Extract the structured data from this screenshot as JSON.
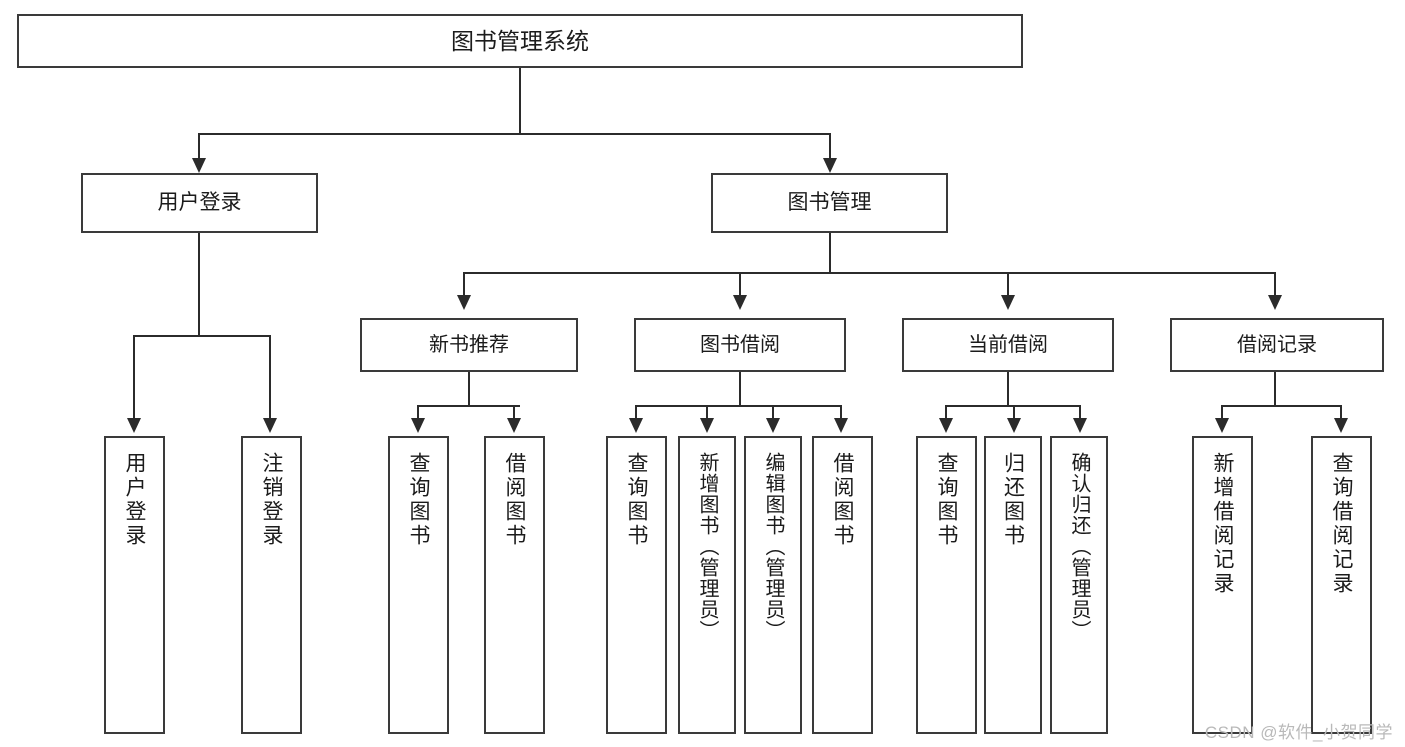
{
  "diagram": {
    "title": "图书管理系统",
    "type": "tree",
    "root": {
      "label": "图书管理系统"
    },
    "level2": [
      {
        "label": "用户登录"
      },
      {
        "label": "图书管理"
      }
    ],
    "level3": [
      {
        "label": "新书推荐"
      },
      {
        "label": "图书借阅"
      },
      {
        "label": "当前借阅"
      },
      {
        "label": "借阅记录"
      }
    ],
    "leaves": {
      "user_login": [
        {
          "label": "用户登录"
        },
        {
          "label": "注销登录"
        }
      ],
      "new_book_recommend": [
        {
          "label": "查询图书"
        },
        {
          "label": "借阅图书"
        }
      ],
      "book_borrow": [
        {
          "label": "查询图书"
        },
        {
          "label": "新增图书（管理员）"
        },
        {
          "label": "编辑图书（管理员）"
        },
        {
          "label": "借阅图书"
        }
      ],
      "current_borrow": [
        {
          "label": "查询图书"
        },
        {
          "label": "归还图书"
        },
        {
          "label": "确认归还（管理员）"
        }
      ],
      "borrow_record": [
        {
          "label": "新增借阅记录"
        },
        {
          "label": "查询借阅记录"
        }
      ]
    }
  },
  "watermark": {
    "text": "CSDN @软件_小贺同学"
  },
  "colors": {
    "stroke": "#3a3a3a",
    "connector": "#2b2b2b",
    "text": "#1b1b1b",
    "background": "#ffffff",
    "watermark": "#b9b9b9"
  }
}
